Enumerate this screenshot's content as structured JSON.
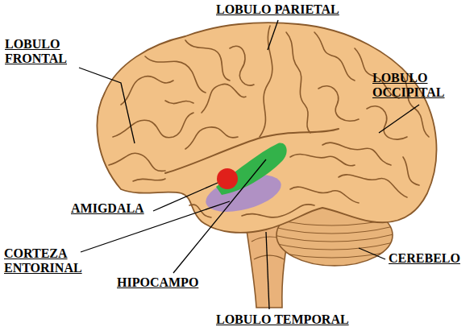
{
  "diagram": {
    "labels": [
      "LOBULO PARIETAL",
      "LOBULO FRONTAL",
      "LOBULO OCCIPITAL",
      "AMIGDALA",
      "CORTEZA ENTORINAL",
      "CEREBELO",
      "HIPOCAMPO",
      "LOBULO TEMPORAL"
    ]
  }
}
